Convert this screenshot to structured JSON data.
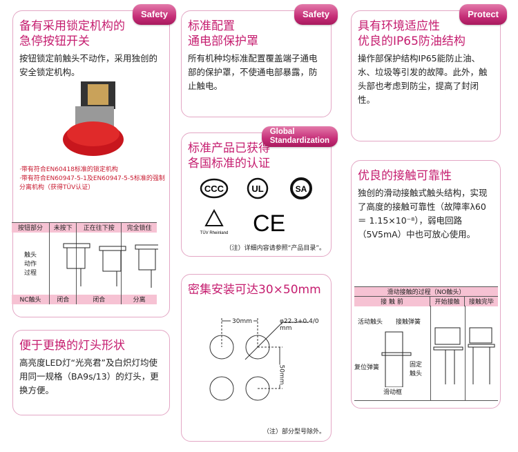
{
  "cards": {
    "lock": {
      "badge": "Safety",
      "title1": "备有采用锁定机构的",
      "title2": "急停按钮开关",
      "body": "按钮锁定前触头不动作，采用独创的安全锁定机构。",
      "notes": [
        "·带有符合EN60418标准的锁定机构",
        "·带有符合EN60947-5-1及EN60947-5-5标准的强制分离机构（获得TÜV认证）"
      ],
      "table": {
        "headers": [
          "按钮部分",
          "未按下",
          "正在往下按",
          "完全锁住"
        ],
        "row_label": "触头动作过程",
        "footer": [
          "NC触头",
          "闭合",
          "闭合",
          "分离"
        ]
      }
    },
    "lamp": {
      "title": "便于更换的灯头形状",
      "body": "高亮度LED灯“光亮君”及白炽灯均使用同一规格（BA9s/13）的灯头，更换方便。"
    },
    "cover": {
      "badge": "Safety",
      "title1": "标准配置",
      "title2": "通电部保护罩",
      "body": "所有机种均标准配置覆盖端子通电部的保护罩，不使通电部暴露，防止触电。"
    },
    "cert": {
      "badge1": "Global",
      "badge2": "Standardization",
      "title1": "标准产品已获得",
      "title2": "各国标准的认证",
      "logos": [
        "CCC",
        "UL",
        "CSA",
        "TÜV Rheinland",
        "CE"
      ],
      "note": "（注）详细内容请参照“产品目录”。"
    },
    "mount": {
      "title": "密集安装可达30×50mm",
      "dim_h": "30mm",
      "dim_v": "50mm",
      "dim_d": "φ22.3+0.4/0 mm",
      "note": "（注）部分型号除外。"
    },
    "ip65": {
      "badge": "Protect",
      "title1": "具有环境适应性",
      "title2": "优良的IP65防油结构",
      "body": "操作部保护结构IP65能防止油、水、垃圾等引发的故障。此外，触头部也考虑到防尘，提高了封闭性。"
    },
    "contact": {
      "title": "优良的接触可靠性",
      "body": "独创的滑动接触式触头结构，实现了高度的接触可靠性（故障率λ60 ＝ 1.15×10⁻⁸），弱电回路（5V5mA）中也可放心使用。",
      "diagram": {
        "header": "滑动接触的过程（NO触头）",
        "cols": [
          "接 触 前",
          "开始接触",
          "接触完毕"
        ],
        "labels": [
          "活动触头",
          "接触弹簧",
          "复位弹簧",
          "固定触头",
          "滑动框"
        ]
      }
    }
  },
  "colors": {
    "accent": "#c51d6f",
    "border": "#e3a6c4",
    "table_header": "#f6c2d3"
  }
}
